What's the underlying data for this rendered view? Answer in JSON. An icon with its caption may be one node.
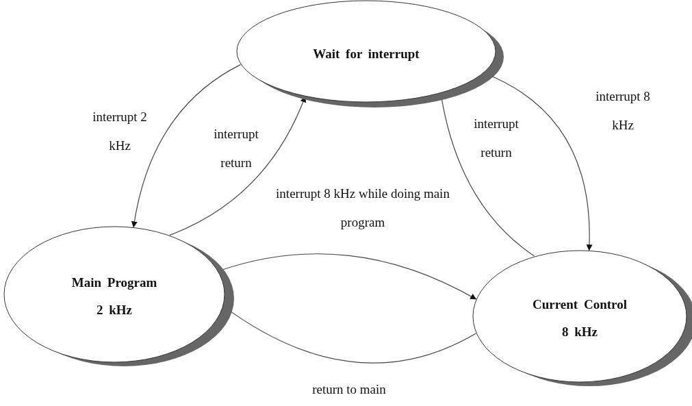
{
  "diagram": {
    "nodes": [
      {
        "text": [
          "Wait for interrupt"
        ]
      },
      {
        "text": [
          "Main Program",
          "2 kHz"
        ]
      },
      {
        "text": [
          "Current Control",
          "8 kHz"
        ]
      }
    ],
    "edges": [
      {
        "from": 0,
        "to": 1,
        "arrow": "to",
        "label": "interrupt 2 kHz"
      },
      {
        "from": 1,
        "to": 0,
        "arrow": "to",
        "label": "interrupt return"
      },
      {
        "from": 0,
        "to": 2,
        "arrow": "to",
        "label": "interrupt 8 kHz"
      },
      {
        "from": 2,
        "to": 0,
        "arrow": "to",
        "label": "interrupt return"
      },
      {
        "from": 1,
        "to": 2,
        "arrow": "to",
        "label": "interrupt 8 kHz while doing main program"
      },
      {
        "from": 2,
        "to": 1,
        "arrow": "to",
        "label": "return to main"
      }
    ]
  }
}
